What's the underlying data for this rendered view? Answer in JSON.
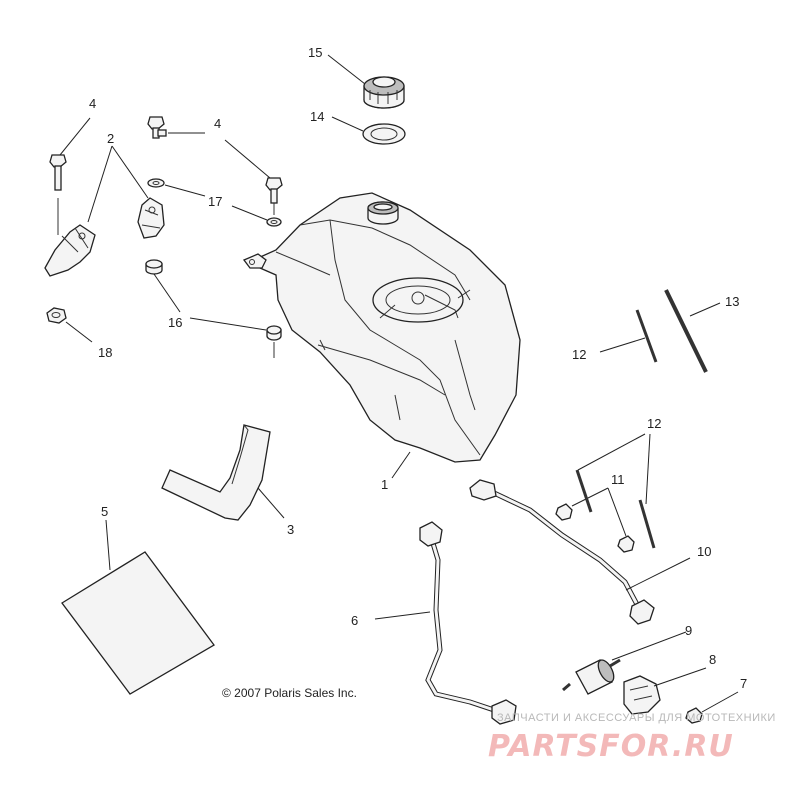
{
  "callouts": {
    "c1": "1",
    "c2": "2",
    "c3": "3",
    "c4a": "4",
    "c4b": "4",
    "c5": "5",
    "c6": "6",
    "c7": "7",
    "c8": "8",
    "c9": "9",
    "c10": "10",
    "c11": "11",
    "c12a": "12",
    "c12b": "12",
    "c13": "13",
    "c14": "14",
    "c15": "15",
    "c16": "16",
    "c17": "17",
    "c18": "18"
  },
  "copyright": "© 2007 Polaris Sales Inc.",
  "watermark": {
    "subtitle": "ЗАПЧАСТИ И АКСЕССУАРЫ ДЛЯ МОТОТЕХНИКИ",
    "brand": "PARTSFOR.RU"
  },
  "colors": {
    "line": "#222222",
    "watermark_red": "#f3b9b9",
    "watermark_gray": "#b8b8b8"
  }
}
